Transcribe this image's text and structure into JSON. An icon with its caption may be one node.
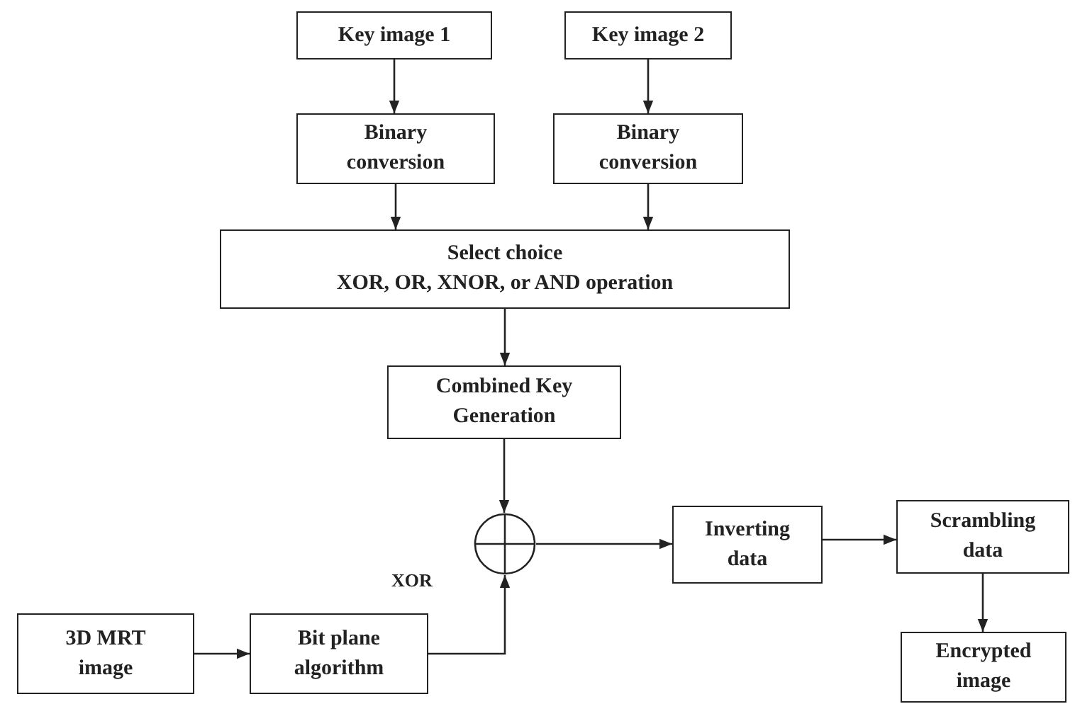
{
  "diagram": {
    "nodes": [
      {
        "text": [
          "Key image 1"
        ]
      },
      {
        "text": [
          "Key image 2"
        ]
      },
      {
        "text": [
          "Binary conversion"
        ]
      },
      {
        "text": [
          "Binary conversion"
        ]
      },
      {
        "text": [
          "Select choice",
          "XOR, OR, XNOR, or AND operation"
        ]
      },
      {
        "text": [
          "Combined Key Generation"
        ]
      },
      {
        "text": [],
        "shape": "circle"
      },
      {
        "text": [
          "3D MRT image"
        ]
      },
      {
        "text": [
          "Bit plane algorithm"
        ]
      },
      {
        "text": [
          "Inverting data"
        ]
      },
      {
        "text": [
          "Scrambling data"
        ]
      },
      {
        "text": [
          "Encrypted image"
        ]
      }
    ],
    "edges": [
      {
        "from": 0,
        "to": 2,
        "arrow": "to"
      },
      {
        "from": 1,
        "to": 3,
        "arrow": "to"
      },
      {
        "from": 2,
        "to": 4,
        "arrow": "to"
      },
      {
        "from": 3,
        "to": 4,
        "arrow": "to"
      },
      {
        "from": 4,
        "to": 5,
        "arrow": "to"
      },
      {
        "from": 5,
        "to": 6,
        "arrow": "to"
      },
      {
        "from": 7,
        "to": 8,
        "arrow": "to"
      },
      {
        "from": 8,
        "to": 6,
        "arrow": "to"
      },
      {
        "from": 6,
        "to": 9,
        "arrow": "to"
      },
      {
        "from": 9,
        "to": 10,
        "arrow": "to"
      },
      {
        "from": 10,
        "to": 11,
        "arrow": "to"
      }
    ],
    "labels": [
      "XOR"
    ]
  }
}
